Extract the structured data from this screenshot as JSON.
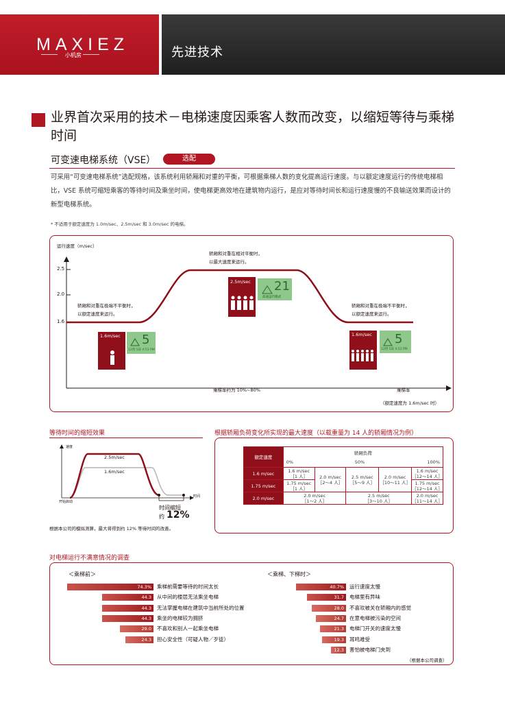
{
  "header": {
    "logo": "MAXIEZ",
    "logo_sub": "小机房",
    "title": "先进技术"
  },
  "headline": "业界首次采用的技术－电梯速度因乘客人数而改变，以缩短等待与乘梯时间",
  "subhead": {
    "title": "可变速电梯系统（VSE）",
    "badge": "选配"
  },
  "body_text": "可采用“可变速电梯系统”选配规格，该系统利用轿厢和对重的平衡，可根据乘梯人数的变化提高运行速度。与以额定速度运行的传统电梯相比，VSE 系统可缩短乘客的等待时间及乘坐时间，使电梯更高效地在建筑物内运行，是应对等待时间长和运行速度慢的不良输送效果而设计的新型电梯系统。",
  "footnote": "* 不适用于额定速度为 1.0m/sec、2.5m/sec 和 3.0m/sec 的电梯。",
  "main_chart": {
    "ylabel": "运行速度（m/sec）",
    "yticks": [
      "2.5",
      "2.0",
      "1.6"
    ],
    "xlabel_mid": "乘梯率约为 10%~80%",
    "xlabel_right": "乘梯率",
    "note_bottom": "（额定速度为 1.6m/sec 时）",
    "ann_left": [
      "轿厢和对重在极端不平衡时，",
      "以额定速度来运行。"
    ],
    "ann_mid": [
      "轿厢和对重在相对平衡时，",
      "以最大速度来运行。"
    ],
    "ann_right": [
      "轿厢和对重在极端不平衡时，",
      "以额定速度来运行。"
    ],
    "car_left": {
      "speed": "1.6m/sec",
      "floor": "5",
      "disp_small": "12月 5日  4:51 PM"
    },
    "car_mid": {
      "speed": "2.5m/sec",
      "floor": "21",
      "disp_small": "高速运行模式"
    },
    "car_right": {
      "speed": "1.6m/sec",
      "floor": "5",
      "disp_small": "12月 5日  4:51 PM"
    }
  },
  "wait_panel": {
    "title": "等待时间的缩短效果",
    "ylabel": "速度",
    "start": "开始启动",
    "xlabel": "时间",
    "speed_high": "2.5m/sec",
    "speed_low": "1.6m/sec",
    "reduction_label": "时间缩短",
    "reduction_prefix": "约",
    "reduction_value": "12%",
    "note": "根据本公司的模拟测算，最大将得到约 12% 等待时间的改善。"
  },
  "table_panel": {
    "title": "根据轿厢负荷变化所实现的最大速度（以载重量为 14 人的轿厢情况为例）",
    "col_head": "额定速度",
    "load_head": "轿厢负荷",
    "pct": [
      "0%",
      "50%",
      "100%"
    ],
    "rows": {
      "r1": "1.6 m/sec",
      "r2": "1.75 m/sec",
      "r3": "2.0 m/sec",
      "a1": "1.6 m/sec",
      "a1b": "［1 人］",
      "a2": "1.75 m/sec",
      "a2b": "［1 人］",
      "b": "2.0 m/sec",
      "bb": "［2～4 人］",
      "c": "2.5 m/sec",
      "cb": "［5～9 人］",
      "d": "2.0 m/sec",
      "db": "［10～11 人］",
      "e1": "1.6 m/sec",
      "e1b": "［12～14 人］",
      "e2": "1.75 m/sec",
      "e2b": "［12～14 人］",
      "f": "2.0 m/sec",
      "fb": "［1～2 人］",
      "g": "2.5 m/sec",
      "gb": "［3～10 人］",
      "h": "2.0 m/sec",
      "hb": "［11～14 人］"
    }
  },
  "survey": {
    "title": "对电梯运行不满意情况的调查",
    "left_head": "＜乘梯前＞",
    "right_head": "＜乘梯、下梯时＞",
    "source": "（根据本公司调查）",
    "left": [
      {
        "value": 74.3,
        "text": "74.3%",
        "label": "乘梯前需要等待的时间太长"
      },
      {
        "value": 44.3,
        "text": "44.3",
        "label": "从中间的楼层无法乘坐电梯"
      },
      {
        "value": 44.3,
        "text": "44.3",
        "label": "无法掌握电梯在建筑中当前所处的位置"
      },
      {
        "value": 44.3,
        "text": "44.3",
        "label": "乘坐的电梯较为拥挤"
      },
      {
        "value": 29.0,
        "text": "29.0",
        "label": "不喜欢和别人一起乘坐电梯"
      },
      {
        "value": 24.3,
        "text": "24.3",
        "label": "担心安全性（可疑人物／歹徒）"
      }
    ],
    "right": [
      {
        "value": 40.7,
        "text": "40.7%",
        "label": "运行速度太慢"
      },
      {
        "value": 31.7,
        "text": "31.7",
        "label": "电梯里有异味"
      },
      {
        "value": 28.0,
        "text": "28.0",
        "label": "不喜欢被关在轿厢内的感觉"
      },
      {
        "value": 24.7,
        "text": "24.7",
        "label": "在意电梯被污染的空间"
      },
      {
        "value": 21.3,
        "text": "21.3",
        "label": "电梯门开关的速度太慢"
      },
      {
        "value": 19.3,
        "text": "19.3",
        "label": "耳鸣难受"
      },
      {
        "value": 12.3,
        "text": "12.3",
        "label": "害怕被电梯门夹到"
      }
    ]
  },
  "colors": {
    "brand_red": "#b01722",
    "dark_red": "#8f0f1a",
    "header_dark": "#2a2a2a",
    "display_green": "#8fc88a"
  }
}
